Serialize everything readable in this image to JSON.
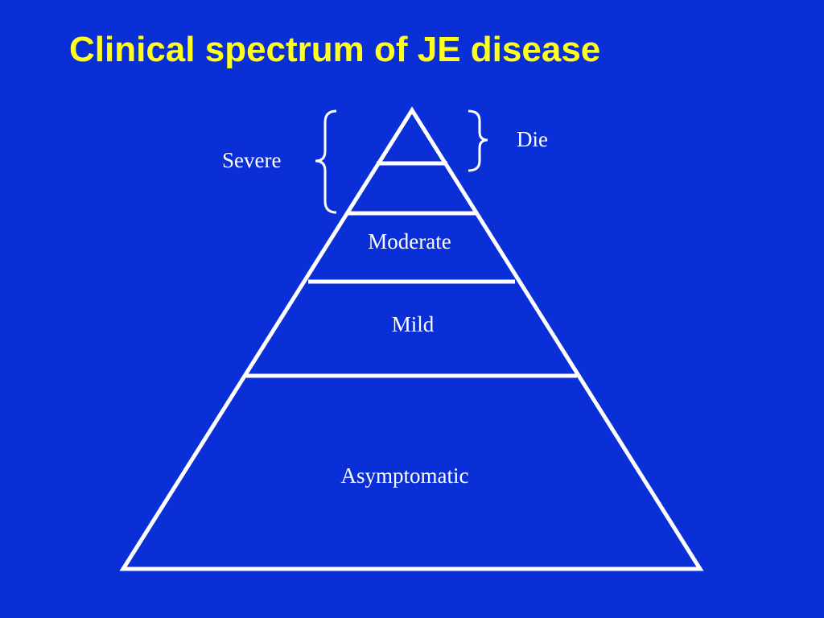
{
  "slide": {
    "title": "Clinical spectrum of JE disease",
    "background_color": "#0a2fd6",
    "title_color": "#ffff1a",
    "line_color": "#ffffff"
  },
  "pyramid": {
    "tiers_top_to_bottom": [
      {
        "label": ""
      },
      {
        "label": ""
      },
      {
        "label": "Moderate"
      },
      {
        "label": "Mild"
      },
      {
        "label": "Asymptomatic"
      }
    ],
    "left_brace_label": "Severe",
    "right_brace_label": "Die"
  }
}
